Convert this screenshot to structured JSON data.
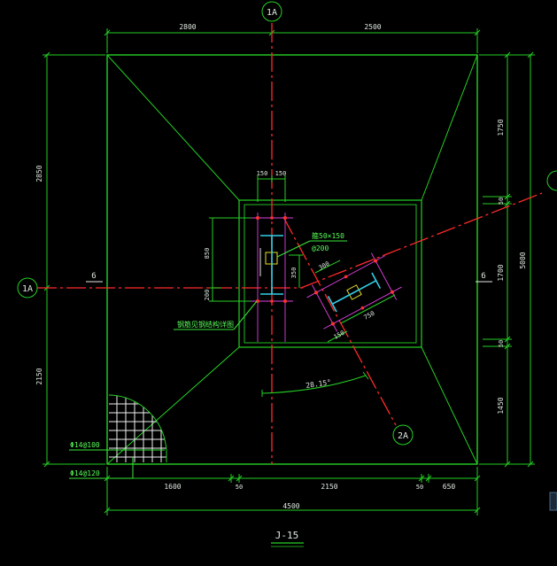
{
  "dimensions": {
    "top": [
      "2800",
      "2500"
    ],
    "bottom_parts": [
      "1600",
      "50",
      "2150",
      "50",
      "650"
    ],
    "bottom_total": "4500",
    "left": [
      "2850",
      "2150"
    ],
    "right_parts": [
      "1750",
      "50",
      "1700",
      "50",
      "1450"
    ],
    "right_total": "5000",
    "column_top": [
      "150",
      "150"
    ],
    "column_left": [
      "850",
      "200"
    ],
    "column_right": "350",
    "diagonal": [
      "300",
      "750",
      "150"
    ]
  },
  "axes": {
    "axis_1a_top": "1A",
    "axis_1a_left": "1A",
    "axis_2a": "2A"
  },
  "annotations": {
    "steel_profile": "箍50×150",
    "spacing": "@200",
    "anchor_note": "钢筋见钢结构详图",
    "angle": "28.15°",
    "section_left": "6",
    "section_right": "6",
    "rebar_1": "Φ14@100",
    "rebar_2": "Φ14@120"
  },
  "title": "J-15"
}
